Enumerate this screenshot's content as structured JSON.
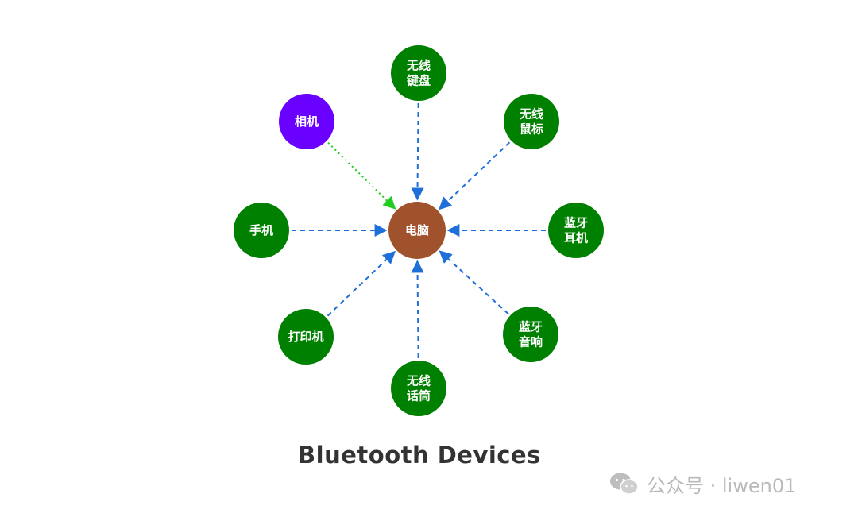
{
  "diagram": {
    "caption": "Bluetooth Devices",
    "hub": {
      "id": "pc",
      "label": "电脑",
      "color": "#A0522D"
    },
    "nodes": [
      {
        "id": "keyboard",
        "lines": [
          "无线",
          "键盘"
        ],
        "color": "#008000",
        "link": "dashed-blue"
      },
      {
        "id": "mouse",
        "lines": [
          "无线",
          "鼠标"
        ],
        "color": "#008000",
        "link": "dashed-blue"
      },
      {
        "id": "headphones",
        "lines": [
          "蓝牙",
          "耳机"
        ],
        "color": "#008000",
        "link": "dashed-blue"
      },
      {
        "id": "speaker",
        "lines": [
          "蓝牙",
          "音响"
        ],
        "color": "#008000",
        "link": "dashed-blue"
      },
      {
        "id": "microphone",
        "lines": [
          "无线",
          "话筒"
        ],
        "color": "#008000",
        "link": "dashed-blue"
      },
      {
        "id": "printer",
        "lines": [
          "打印机"
        ],
        "color": "#008000",
        "link": "dashed-blue"
      },
      {
        "id": "phone",
        "lines": [
          "手机"
        ],
        "color": "#008000",
        "link": "dashed-blue"
      },
      {
        "id": "camera",
        "lines": [
          "相机"
        ],
        "color": "#6A00FF",
        "link": "dotted-green"
      }
    ],
    "link_colors": {
      "dashed-blue": "#1E6FD9",
      "dotted-green": "#22CC22"
    }
  },
  "watermark": {
    "text": "公众号 · liwen01",
    "icon": "wechat-icon"
  }
}
